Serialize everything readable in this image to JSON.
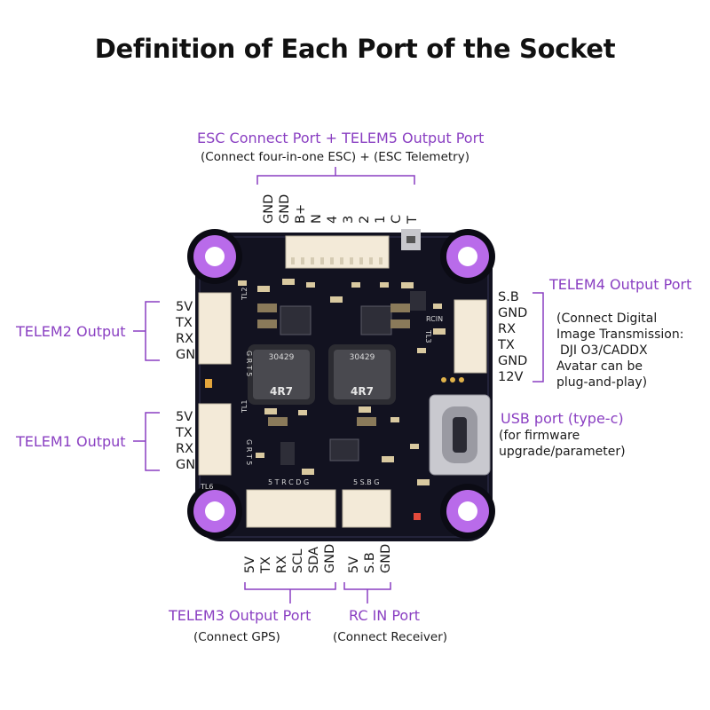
{
  "title": "Definition of Each Port of the Socket",
  "esc": {
    "heading": "ESC Connect Port + TELEM5 Output Port",
    "sub": "(Connect four-in-one ESC) + (ESC Telemetry)",
    "pins": [
      "GND",
      "GND",
      "B+",
      "N",
      "4",
      "3",
      "2",
      "1",
      "C",
      "T"
    ]
  },
  "telem2": {
    "heading": "TELEM2 Output",
    "pins": [
      "5V",
      "TX",
      "RX",
      "GND"
    ]
  },
  "telem1": {
    "heading": "TELEM1 Output",
    "pins": [
      "5V",
      "TX",
      "RX",
      "GND"
    ]
  },
  "telem4": {
    "heading": "TELEM4 Output Port",
    "pins": [
      "S.B",
      "GND",
      "RX",
      "TX",
      "GND",
      "12V"
    ],
    "desc": [
      "(Connect Digital",
      "Image Transmission:",
      "DJI O3/CADDX",
      "Avatar can be",
      "plug-and-play)"
    ]
  },
  "usb": {
    "heading": "USB port (type-c)",
    "desc": [
      "(for firmware",
      "upgrade/parameter)"
    ]
  },
  "telem3": {
    "heading": "TELEM3 Output Port",
    "sub": "(Connect GPS)",
    "pins": [
      "5V",
      "TX",
      "RX",
      "SCL",
      "SDA",
      "GND"
    ]
  },
  "rcin": {
    "heading": "RC IN Port",
    "sub": "(Connect Receiver)",
    "pins": [
      "5V",
      "S.B",
      "GND"
    ]
  },
  "board": {
    "inductor_label": "4R7",
    "inductor_code": "30429",
    "silk_tl2": "TL2",
    "silk_tl1": "TL1",
    "silk_tl3": "TL3",
    "silk_tl6": "TL6",
    "silk_rcin": "RCIN",
    "silk_grt5_a": "G R T 5",
    "silk_grt5_b": "G R T 5",
    "silk_bottom_a": "5 T R C D G",
    "silk_bottom_b": "5 S.B G"
  },
  "colors": {
    "accent": "#8a3fc2",
    "pcb": "#121220",
    "mount_ring": "#b96bea",
    "connector": "#f3ead8"
  }
}
